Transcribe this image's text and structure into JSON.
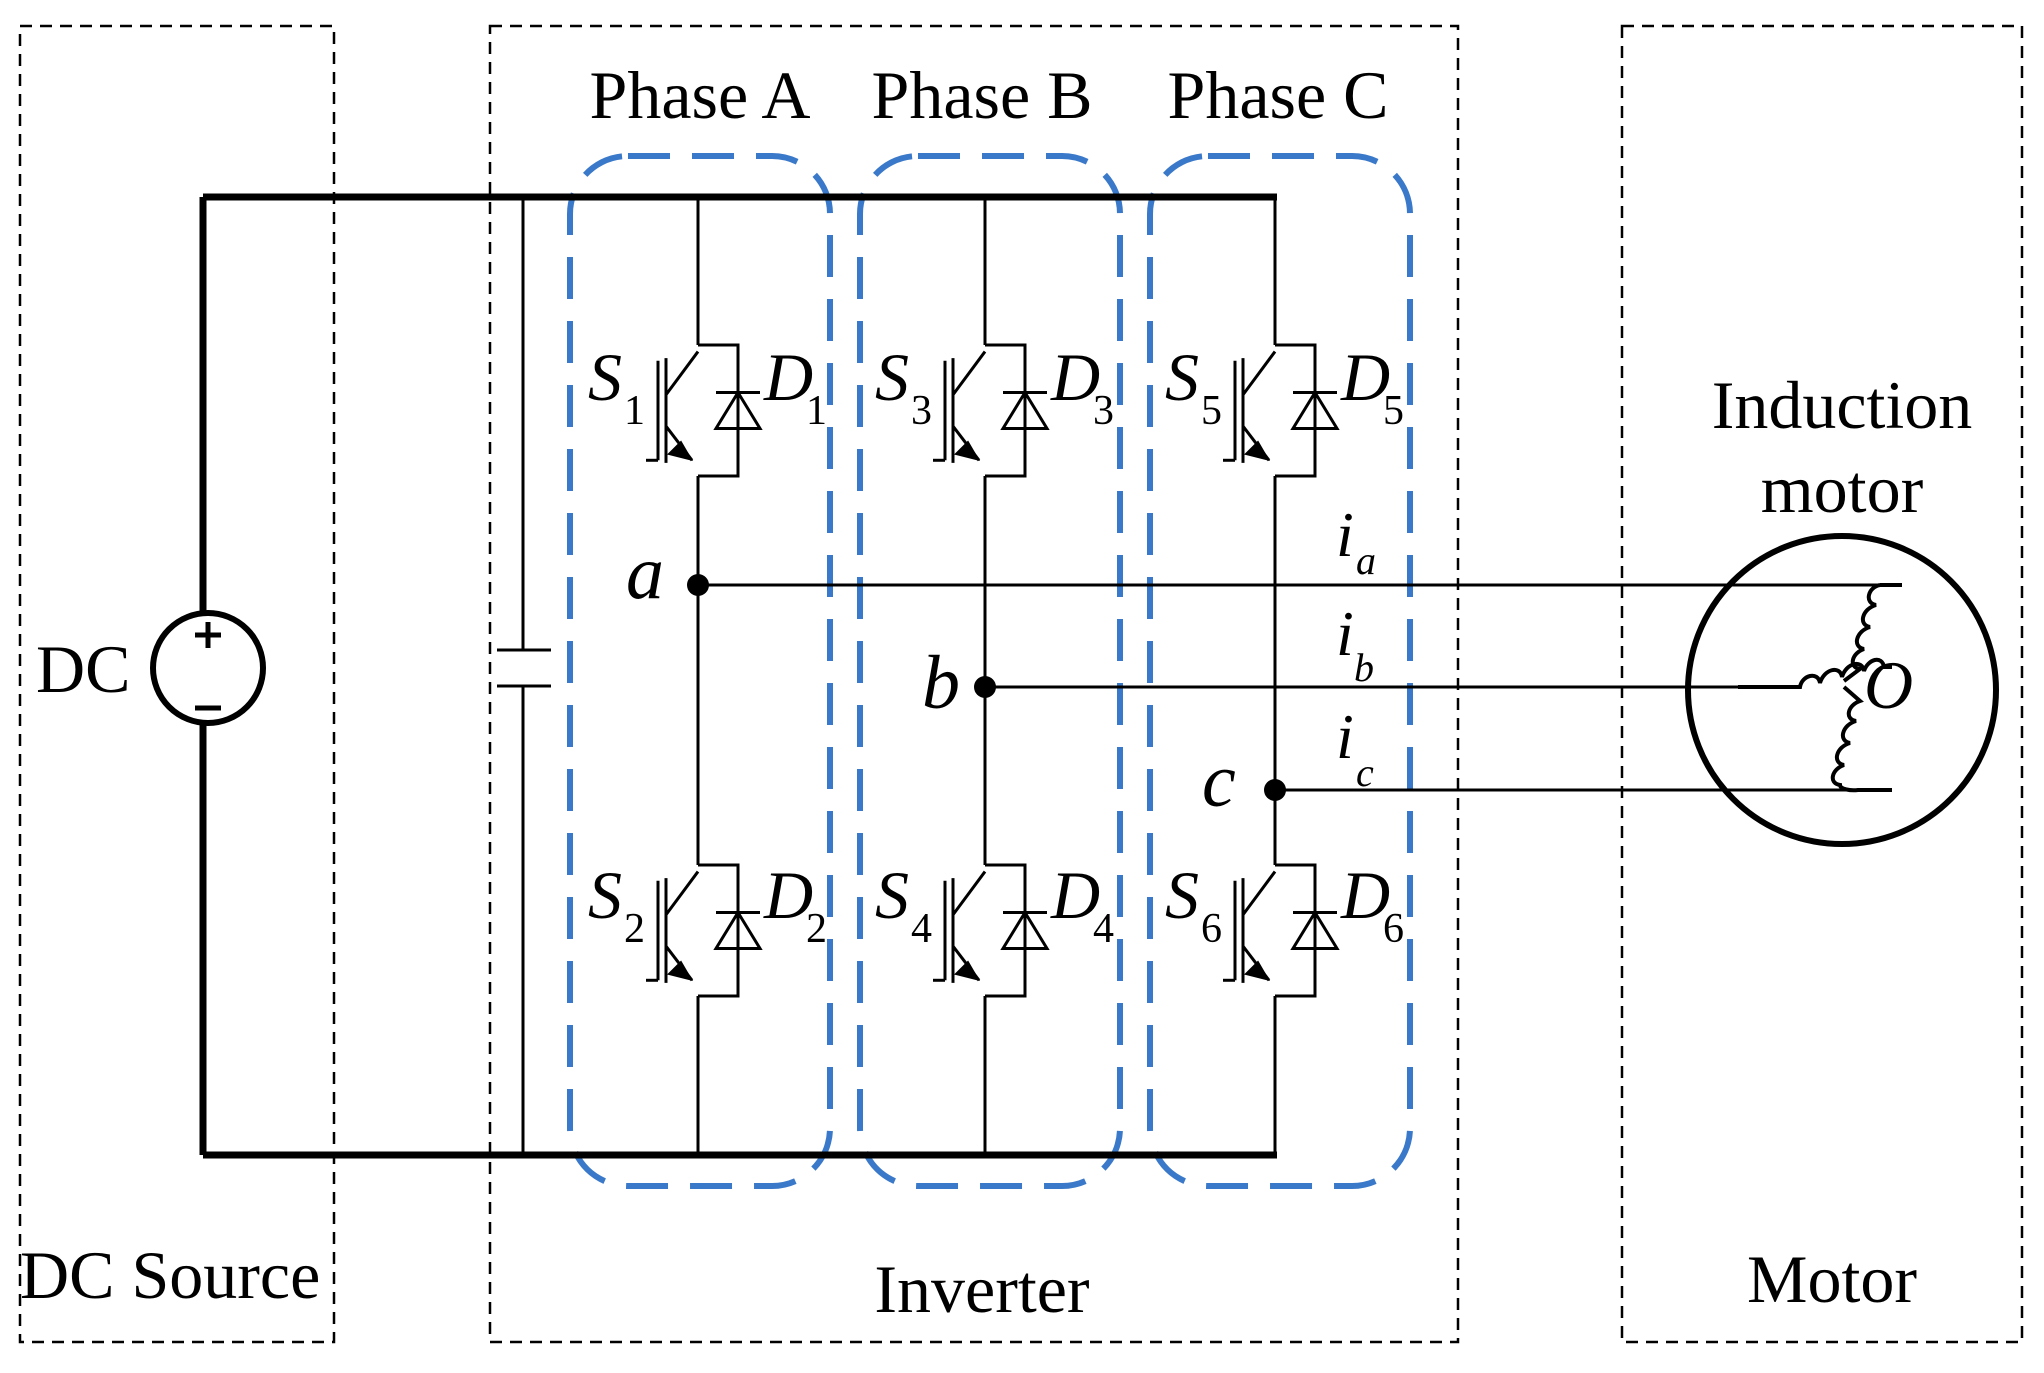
{
  "blocks": {
    "dc_source": "DC Source",
    "inverter": "Inverter",
    "motor": "Motor"
  },
  "phases": [
    "Phase A",
    "Phase B",
    "Phase C"
  ],
  "dc_label": "DC",
  "motor_label_line1": "Induction",
  "motor_label_line2": "motor",
  "neutral_label": "O",
  "nodes": [
    "a",
    "b",
    "c"
  ],
  "currents": [
    {
      "sym": "i",
      "sub": "a"
    },
    {
      "sym": "i",
      "sub": "b"
    },
    {
      "sym": "i",
      "sub": "c"
    }
  ],
  "switches": [
    {
      "s": "S",
      "s_sub": "1",
      "d": "D",
      "d_sub": "1"
    },
    {
      "s": "S",
      "s_sub": "2",
      "d": "D",
      "d_sub": "2"
    },
    {
      "s": "S",
      "s_sub": "3",
      "d": "D",
      "d_sub": "3"
    },
    {
      "s": "S",
      "s_sub": "4",
      "d": "D",
      "d_sub": "4"
    },
    {
      "s": "S",
      "s_sub": "5",
      "d": "D",
      "d_sub": "5"
    },
    {
      "s": "S",
      "s_sub": "6",
      "d": "D",
      "d_sub": "6"
    }
  ],
  "colors": {
    "phase_outline": "#3a78c9",
    "wire": "#000000"
  },
  "icons": {
    "dc_source": "dc-voltage-source-icon",
    "capacitor": "capacitor-icon",
    "igbt": "igbt-icon",
    "diode": "diode-icon",
    "motor": "induction-motor-icon"
  }
}
